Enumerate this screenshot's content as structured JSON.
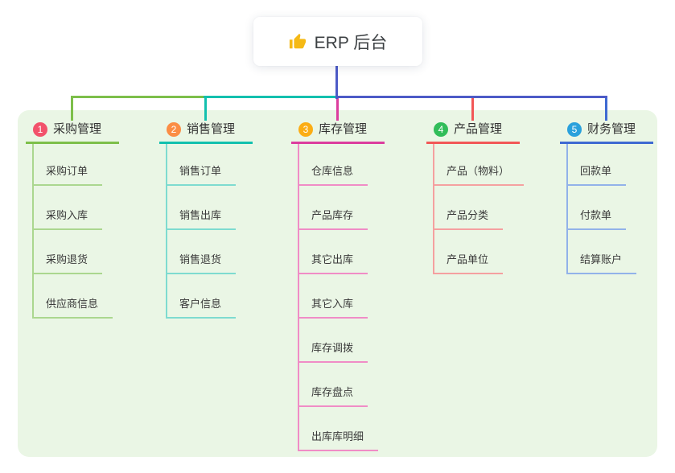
{
  "page": {
    "background": "#ffffff",
    "panel_background": "#eaf6e5"
  },
  "root": {
    "title": "ERP 后台",
    "icon": "thumbs-up-icon",
    "icon_color": "#f5b915",
    "line_color": "#4d5bc7"
  },
  "branches": [
    {
      "index": "1",
      "title": "采购管理",
      "badge_color": "#f2526b",
      "line_color": "#7dbf4a",
      "child_line_color": "#abd78f",
      "children": [
        "采购订单",
        "采购入库",
        "采购退货",
        "供应商信息"
      ]
    },
    {
      "index": "2",
      "title": "销售管理",
      "badge_color": "#fb8d44",
      "line_color": "#13c0ae",
      "child_line_color": "#7edbd0",
      "children": [
        "销售订单",
        "销售出库",
        "销售退货",
        "客户信息"
      ]
    },
    {
      "index": "3",
      "title": "库存管理",
      "badge_color": "#fbad15",
      "line_color": "#dc3d9e",
      "child_line_color": "#f08cc6",
      "children": [
        "仓库信息",
        "产品库存",
        "其它出库",
        "其它入库",
        "库存调拨",
        "库存盘点",
        "出库库明细"
      ]
    },
    {
      "index": "4",
      "title": "产品管理",
      "badge_color": "#31bd59",
      "line_color": "#f25757",
      "child_line_color": "#f5a0a0",
      "children": [
        "产品（物料）",
        "产品分类",
        "产品单位"
      ]
    },
    {
      "index": "5",
      "title": "财务管理",
      "badge_color": "#2aa1dc",
      "line_color": "#3f6ad2",
      "child_line_color": "#92b2e9",
      "children": [
        "回款单",
        "付款单",
        "结算账户"
      ]
    }
  ]
}
